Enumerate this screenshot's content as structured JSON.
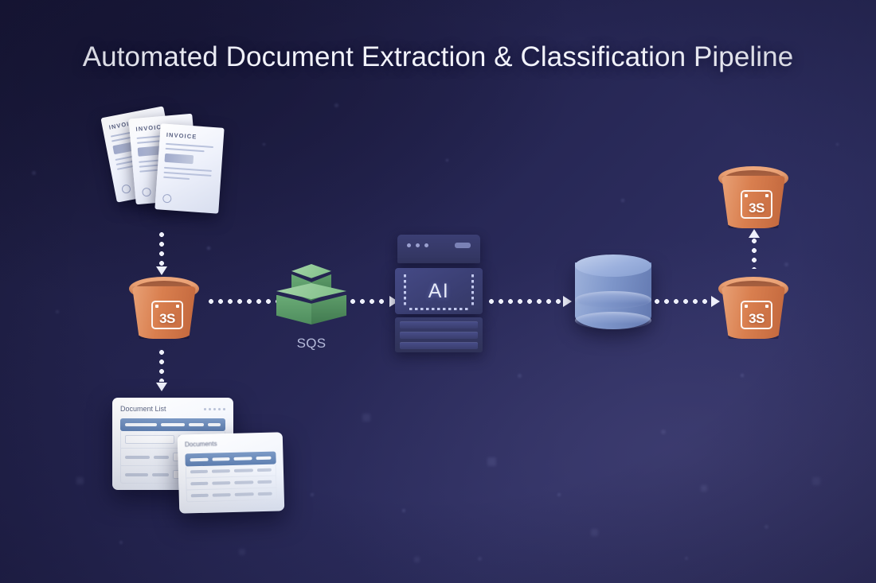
{
  "title": "Automated Document Extraction & Classification Pipeline",
  "theme": {
    "background_dark": "#1b1b3c",
    "background_light": "#333366",
    "title_color": "#f2f3fb",
    "connector_color": "#eef0fb",
    "s3_orange": "#d97f4f",
    "sqs_green": "#7dbd86",
    "ai_server_navy": "#3a3e72",
    "database_blue": "#7e96ca"
  },
  "nodes": {
    "source_documents": {
      "name": "Invoice document stack",
      "doc_label": "INVOICE",
      "count": 3
    },
    "input_bucket": {
      "name": "S3 input bucket",
      "logo_text": "3S",
      "icon": "s3-bucket-icon"
    },
    "queue": {
      "name": "SQS queue",
      "label": "SQS",
      "icon": "sqs-cubes-icon"
    },
    "ai_service": {
      "name": "AI extraction server",
      "label": "AI",
      "icon": "ai-server-icon"
    },
    "database": {
      "name": "Database",
      "icon": "database-cylinder-icon"
    },
    "output_bucket": {
      "name": "S3 output bucket",
      "logo_text": "3S",
      "icon": "s3-bucket-icon"
    },
    "archive_bucket": {
      "name": "S3 archive bucket",
      "logo_text": "3S",
      "icon": "s3-bucket-icon"
    },
    "dashboard_back": {
      "name": "Document list dashboard",
      "title": "Document List",
      "columns": 4,
      "rows": 3
    },
    "dashboard_front": {
      "name": "Documents dashboard",
      "title": "Documents",
      "columns": 4,
      "rows": 3
    }
  },
  "connectors": [
    {
      "id": "docs-to-input-bucket",
      "from": "source_documents",
      "to": "input_bucket",
      "direction": "down",
      "style": "dotted-arrow"
    },
    {
      "id": "input-bucket-to-sqs",
      "from": "input_bucket",
      "to": "queue",
      "direction": "right",
      "style": "dotted-arrow"
    },
    {
      "id": "sqs-to-ai",
      "from": "queue",
      "to": "ai_service",
      "direction": "right",
      "style": "dotted-arrow"
    },
    {
      "id": "ai-to-database",
      "from": "ai_service",
      "to": "database",
      "direction": "right",
      "style": "dotted-arrow"
    },
    {
      "id": "database-to-output-bucket",
      "from": "database",
      "to": "output_bucket",
      "direction": "right",
      "style": "dotted-arrow"
    },
    {
      "id": "output-to-archive-bucket",
      "from": "output_bucket",
      "to": "archive_bucket",
      "direction": "up",
      "style": "dotted-arrow"
    },
    {
      "id": "input-bucket-to-dashboard",
      "from": "input_bucket",
      "to": "dashboard_back",
      "direction": "down",
      "style": "dotted-arrow"
    }
  ]
}
